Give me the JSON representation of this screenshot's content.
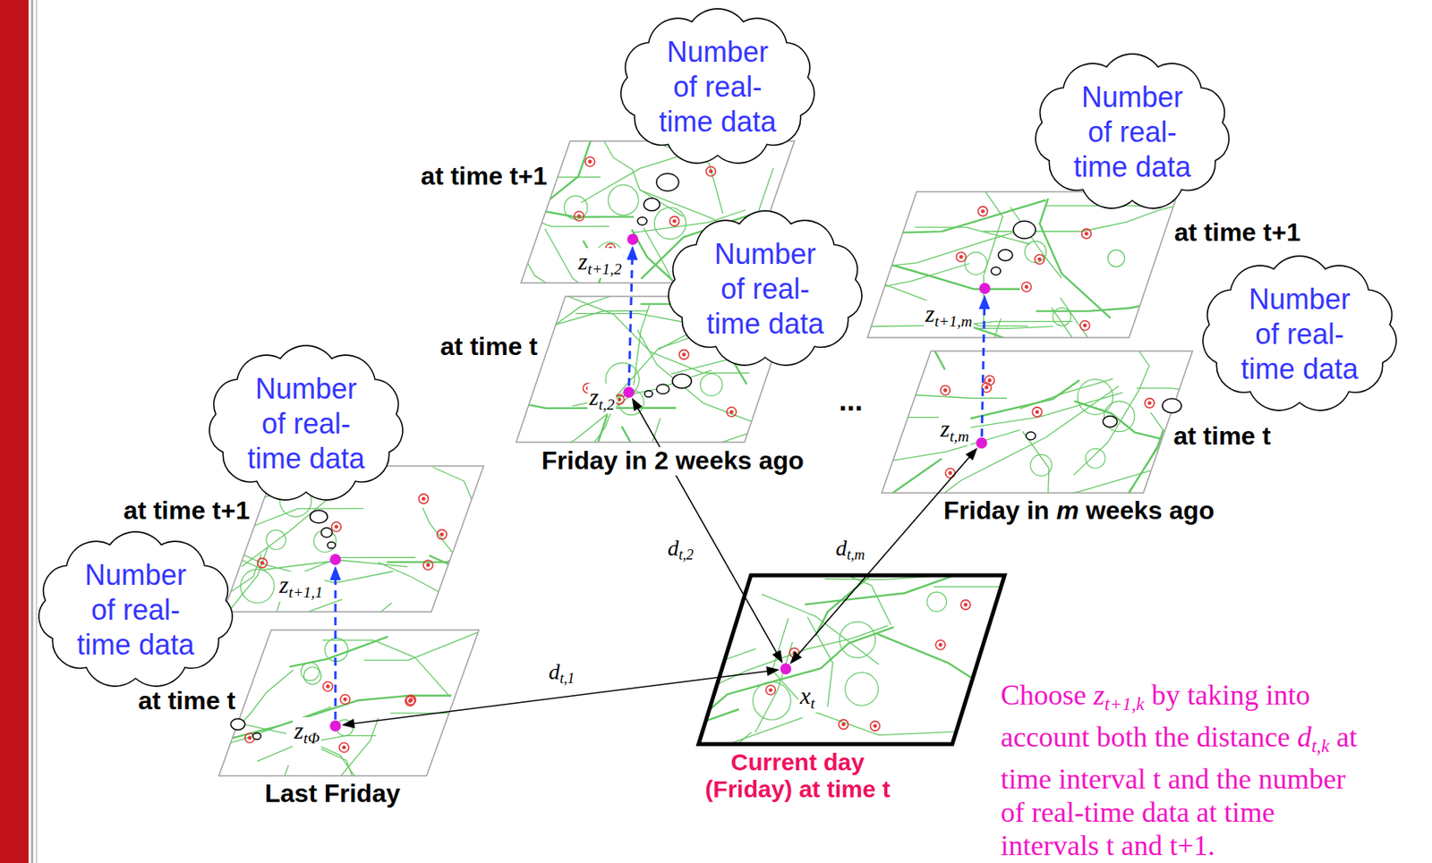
{
  "diagram": {
    "nodes": [
      {
        "text": [
          "at time t+1"
        ]
      },
      {
        "text": [
          "zt+1,2"
        ],
        "in": 0
      },
      {
        "text": [
          "at time t+1"
        ]
      },
      {
        "text": [
          "zt+1,m"
        ],
        "in": 2
      },
      {
        "text": [
          "at time t",
          "Friday in 2 weeks ago"
        ]
      },
      {
        "text": [
          "zt,2"
        ],
        "in": 4
      },
      {
        "text": [
          "at time t",
          "Friday in m weeks ago"
        ]
      },
      {
        "text": [
          "zt,m"
        ],
        "in": 6
      },
      {
        "text": [
          "at time t+1"
        ]
      },
      {
        "text": [
          "zt+1,1"
        ],
        "in": 8
      },
      {
        "text": [
          "Current day (Friday) at time t"
        ]
      },
      {
        "text": [
          "xt"
        ],
        "in": 10
      },
      {
        "text": [
          "at time t",
          "Last Friday"
        ]
      },
      {
        "text": [
          "ztΦ"
        ],
        "in": 12
      },
      {
        "text": [
          "Number of real-time data"
        ]
      },
      {
        "text": [
          "Number of real-time data"
        ]
      },
      {
        "text": [
          "Number of real-time data"
        ]
      },
      {
        "text": [
          "Number of real-time data"
        ]
      },
      {
        "text": [
          "Number of real-time data"
        ]
      },
      {
        "text": [
          "Number of real-time data"
        ]
      }
    ],
    "edges": [
      {
        "from": 11,
        "to": 13,
        "label": "dt,1",
        "arrow": "both"
      },
      {
        "from": 11,
        "to": 5,
        "label": "dt,2",
        "arrow": "both"
      },
      {
        "from": 11,
        "to": 7,
        "label": "dt,m",
        "arrow": "both"
      },
      {
        "from": 13,
        "to": 9,
        "arrow": "to"
      },
      {
        "from": 5,
        "to": 1,
        "arrow": "to"
      },
      {
        "from": 7,
        "to": 3,
        "arrow": "to"
      }
    ],
    "labels": [
      "...",
      "Choose zt+1,k by taking into account both the distance dt,k at time interval t and the number of real-time data at time intervals t and t+1."
    ]
  }
}
